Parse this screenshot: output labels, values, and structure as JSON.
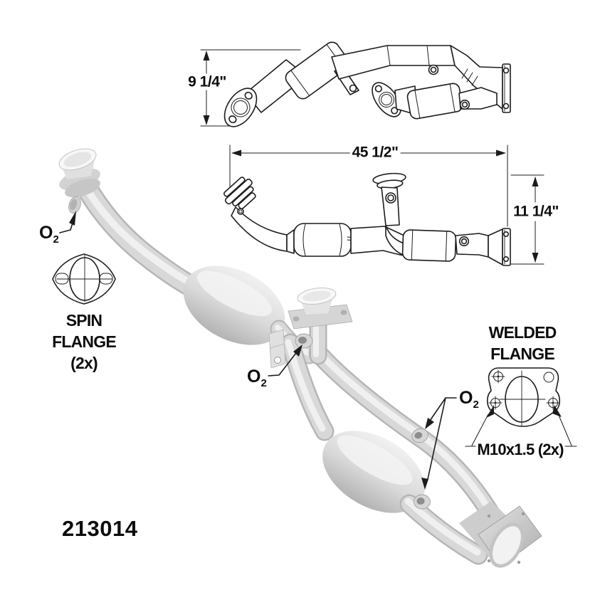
{
  "part_number": "213014",
  "dimensions": {
    "top_view_height": "9 1/4\"",
    "overall_length": "45 1/2\"",
    "side_view_height": "11 1/4\""
  },
  "labels": {
    "o2": {
      "symbol": "O",
      "subscript": "2"
    },
    "spin_flange": {
      "line1": "SPIN",
      "line2": "FLANGE",
      "line3": "(2x)"
    },
    "welded_flange": {
      "line1": "WELDED",
      "line2": "FLANGE"
    },
    "bolt_thread_spec": "M10x1.5 (2x)"
  },
  "icons": {
    "spin_flange_icon": "spin-flange-face-icon",
    "welded_flange_icon": "welded-flange-face-icon",
    "o2_pointer": "o2-sensor-arrow"
  },
  "colors": {
    "background": "#ffffff",
    "line_art": "#1c1c1c",
    "metal_light": "#f0f0f0",
    "metal_mid": "#d8d8d8",
    "metal_dark": "#a9a9a9"
  }
}
